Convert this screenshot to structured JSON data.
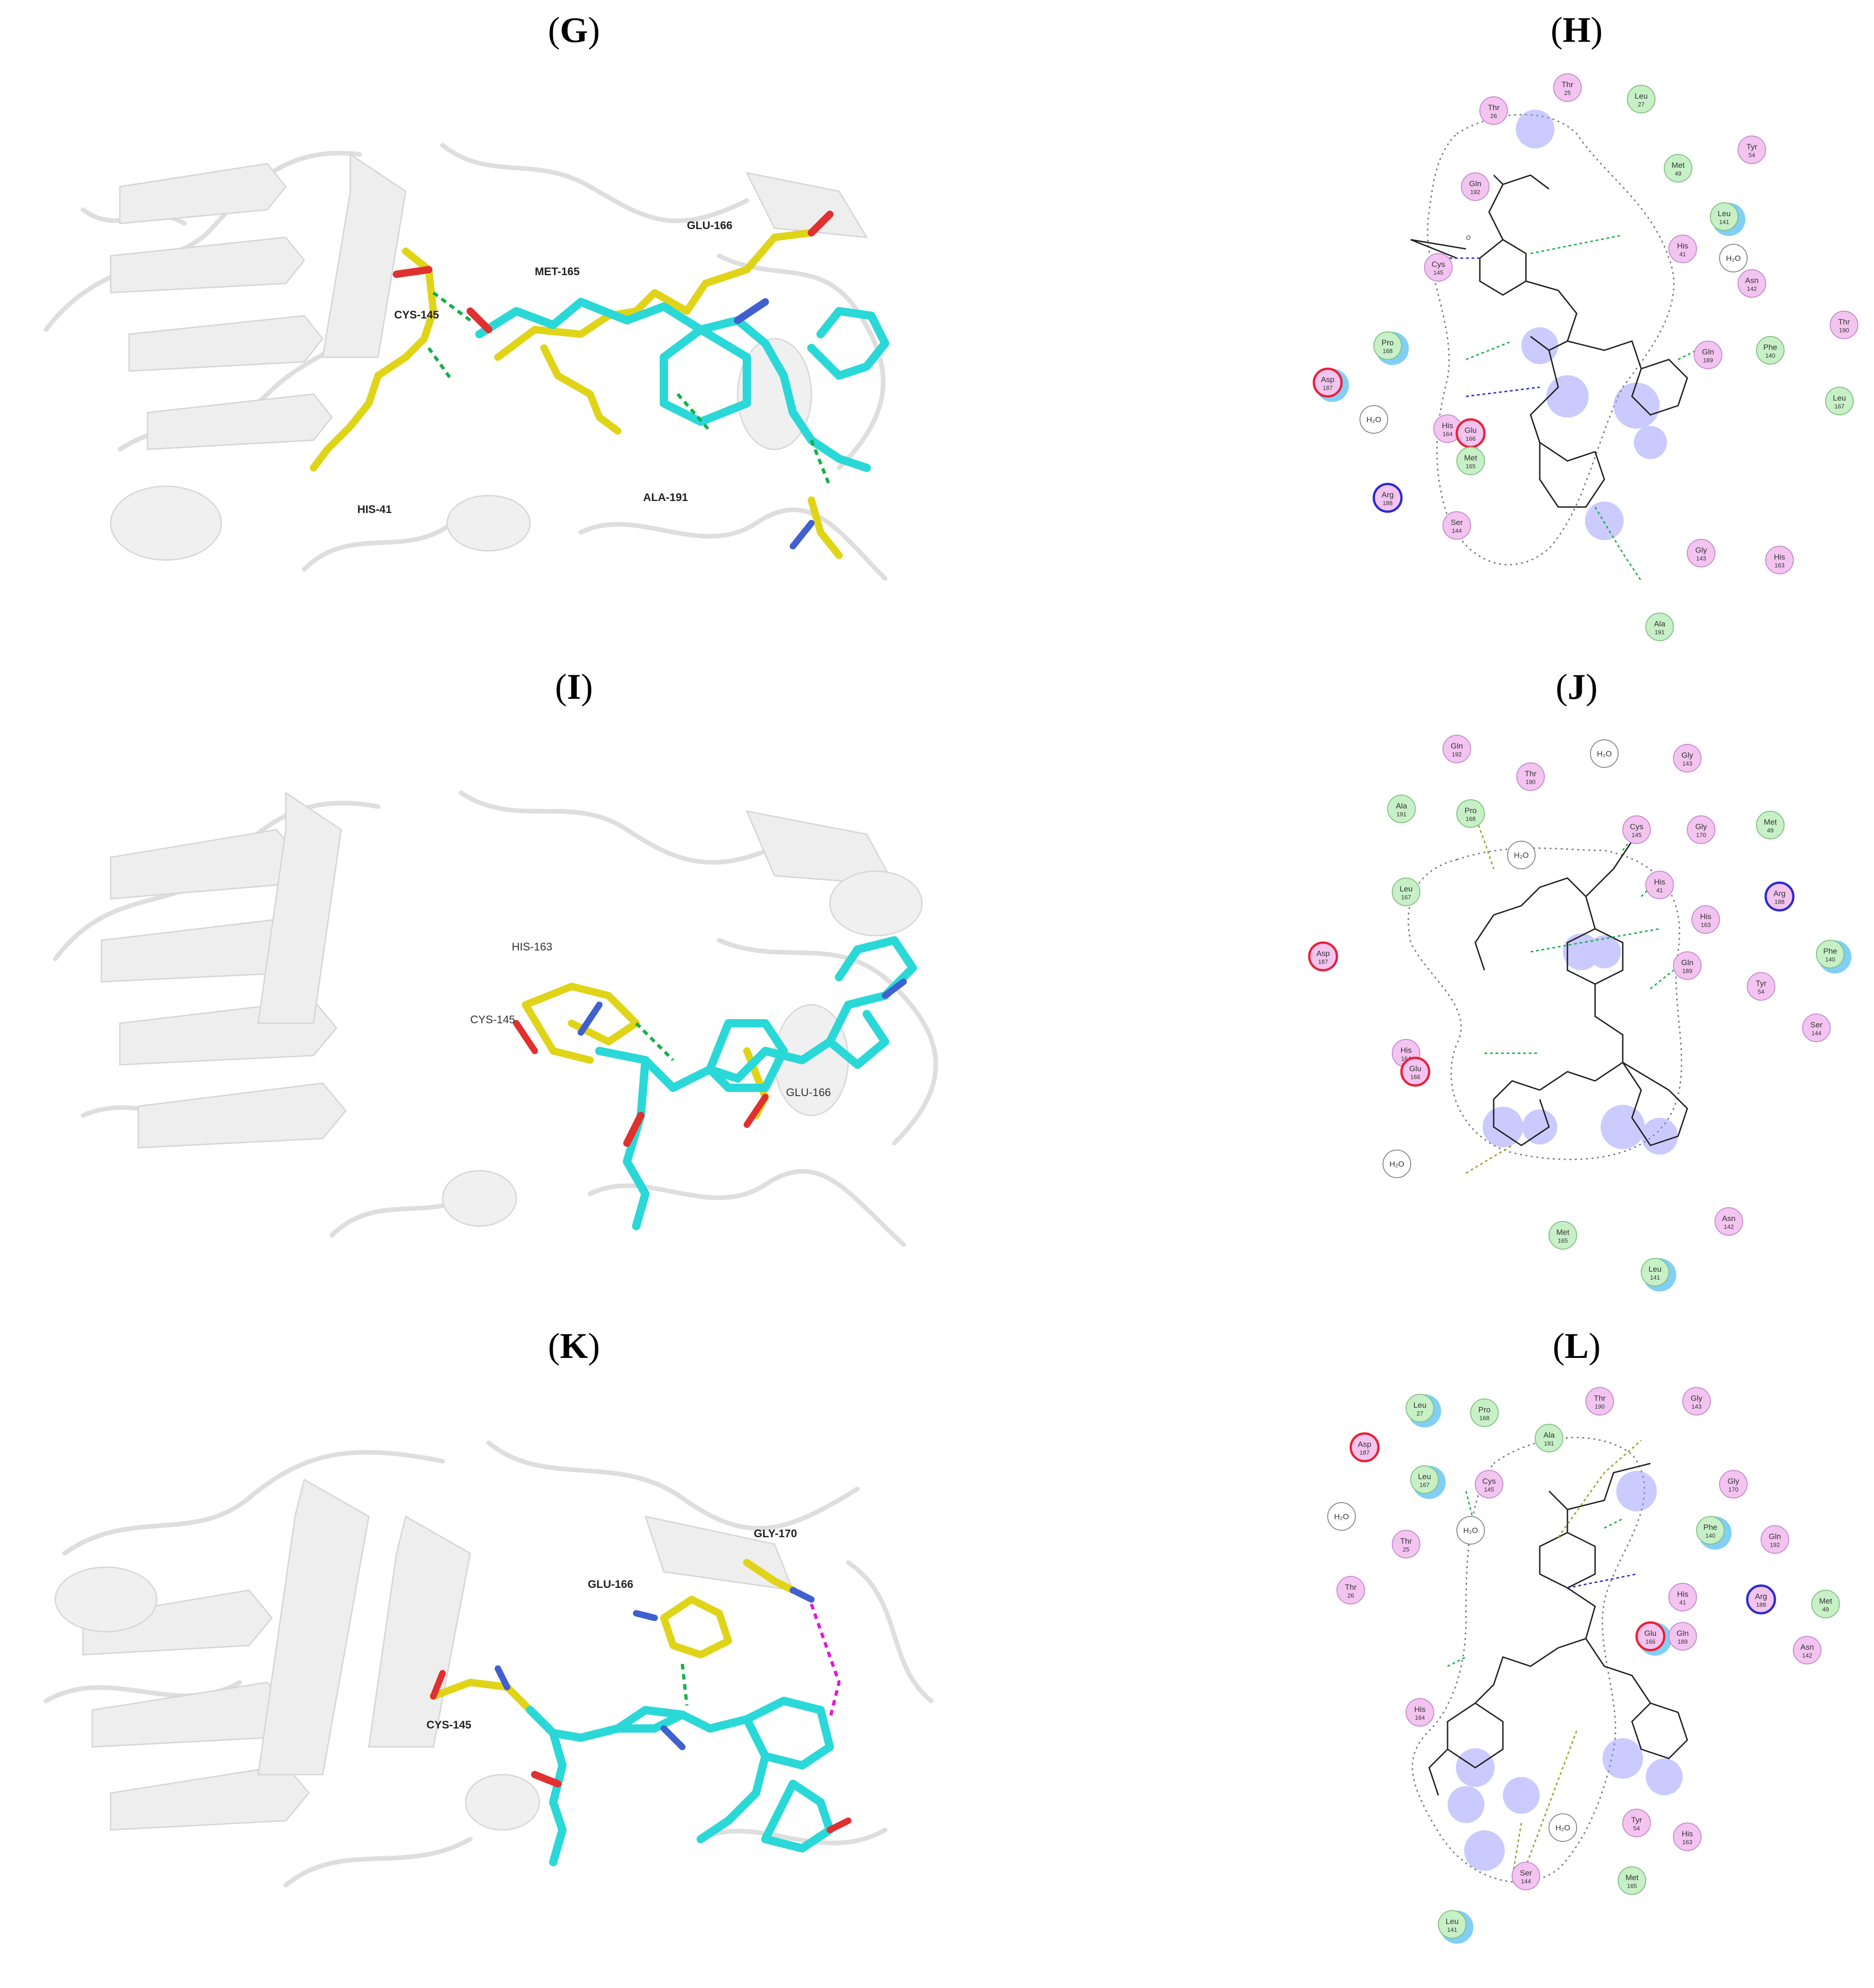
{
  "panels": {
    "G": {
      "label": "G"
    },
    "H": {
      "label": "H"
    },
    "I": {
      "label": "I"
    },
    "J": {
      "label": "J"
    },
    "K": {
      "label": "K"
    },
    "L": {
      "label": "L"
    }
  },
  "pymol_labels": {
    "G": [
      "GLU-166",
      "MET-165",
      "CYS-145",
      "HIS-41",
      "ALA-191"
    ],
    "I": [
      "HIS-163",
      "CYS-145",
      "GLU-166"
    ],
    "K": [
      "GLY-170",
      "GLU-166",
      "CYS-145"
    ]
  },
  "colors": {
    "polar": "#f3c4f0",
    "hydrophobic": "#c7f0c7",
    "acidic_ring": "#e8213a",
    "basic_ring": "#2b2bd0",
    "water_ring": "#888888",
    "solvent_halo": "#1aa7ec",
    "carbon_cyan": "#2ad8d8",
    "residue_yellow": "#e0d418",
    "hbond_green": "#17b04a",
    "hbond_magenta": "#e01ad8"
  },
  "interaction_nodes": {
    "H": [
      {
        "name": "Thr",
        "num": "26",
        "type": "polar"
      },
      {
        "name": "Thr",
        "num": "25",
        "type": "polar"
      },
      {
        "name": "Leu",
        "num": "27",
        "type": "hydrophobic"
      },
      {
        "name": "Tyr",
        "num": "54",
        "type": "polar"
      },
      {
        "name": "Met",
        "num": "49",
        "type": "hydrophobic"
      },
      {
        "name": "Gln",
        "num": "192",
        "type": "polar"
      },
      {
        "name": "Leu",
        "num": "141",
        "type": "hydrophobic"
      },
      {
        "name": "His",
        "num": "41",
        "type": "polar"
      },
      {
        "name": "H₂O",
        "num": "",
        "type": "water"
      },
      {
        "name": "Cys",
        "num": "145",
        "type": "polar"
      },
      {
        "name": "Asn",
        "num": "142",
        "type": "polar"
      },
      {
        "name": "Thr",
        "num": "190",
        "type": "polar"
      },
      {
        "name": "Pro",
        "num": "168",
        "type": "hydrophobic"
      },
      {
        "name": "Gln",
        "num": "189",
        "type": "polar"
      },
      {
        "name": "Phe",
        "num": "140",
        "type": "hydrophobic"
      },
      {
        "name": "Asp",
        "num": "187",
        "type": "acidic"
      },
      {
        "name": "Leu",
        "num": "167",
        "type": "hydrophobic"
      },
      {
        "name": "H₂O",
        "num": "",
        "type": "water"
      },
      {
        "name": "His",
        "num": "164",
        "type": "polar"
      },
      {
        "name": "Glu",
        "num": "166",
        "type": "acidic"
      },
      {
        "name": "Met",
        "num": "165",
        "type": "hydrophobic"
      },
      {
        "name": "Arg",
        "num": "188",
        "type": "basic"
      },
      {
        "name": "Ser",
        "num": "144",
        "type": "polar"
      },
      {
        "name": "Gly",
        "num": "143",
        "type": "polar"
      },
      {
        "name": "His",
        "num": "163",
        "type": "polar"
      },
      {
        "name": "Ala",
        "num": "191",
        "type": "hydrophobic"
      }
    ],
    "J": [
      {
        "name": "Gln",
        "num": "192",
        "type": "polar"
      },
      {
        "name": "H₂O",
        "num": "",
        "type": "water"
      },
      {
        "name": "Gly",
        "num": "143",
        "type": "polar"
      },
      {
        "name": "Thr",
        "num": "190",
        "type": "polar"
      },
      {
        "name": "Ala",
        "num": "191",
        "type": "hydrophobic"
      },
      {
        "name": "Pro",
        "num": "168",
        "type": "hydrophobic"
      },
      {
        "name": "Cys",
        "num": "145",
        "type": "polar"
      },
      {
        "name": "Gly",
        "num": "170",
        "type": "polar"
      },
      {
        "name": "Met",
        "num": "49",
        "type": "hydrophobic"
      },
      {
        "name": "H₂O",
        "num": "",
        "type": "water"
      },
      {
        "name": "Leu",
        "num": "167",
        "type": "hydrophobic"
      },
      {
        "name": "His",
        "num": "41",
        "type": "polar"
      },
      {
        "name": "Arg",
        "num": "188",
        "type": "basic"
      },
      {
        "name": "His",
        "num": "163",
        "type": "polar"
      },
      {
        "name": "Asp",
        "num": "187",
        "type": "acidic"
      },
      {
        "name": "Phe",
        "num": "140",
        "type": "hydrophobic"
      },
      {
        "name": "Gln",
        "num": "189",
        "type": "polar"
      },
      {
        "name": "Tyr",
        "num": "54",
        "type": "polar"
      },
      {
        "name": "Ser",
        "num": "144",
        "type": "polar"
      },
      {
        "name": "His",
        "num": "164",
        "type": "polar"
      },
      {
        "name": "Glu",
        "num": "166",
        "type": "acidic"
      },
      {
        "name": "H₂O",
        "num": "",
        "type": "water"
      },
      {
        "name": "Asn",
        "num": "142",
        "type": "polar"
      },
      {
        "name": "Met",
        "num": "165",
        "type": "hydrophobic"
      },
      {
        "name": "Leu",
        "num": "141",
        "type": "hydrophobic"
      }
    ],
    "L": [
      {
        "name": "Leu",
        "num": "27",
        "type": "hydrophobic"
      },
      {
        "name": "Pro",
        "num": "168",
        "type": "hydrophobic"
      },
      {
        "name": "Thr",
        "num": "190",
        "type": "polar"
      },
      {
        "name": "Gly",
        "num": "143",
        "type": "polar"
      },
      {
        "name": "Asp",
        "num": "187",
        "type": "acidic"
      },
      {
        "name": "Ala",
        "num": "191",
        "type": "hydrophobic"
      },
      {
        "name": "Leu",
        "num": "167",
        "type": "hydrophobic"
      },
      {
        "name": "Cys",
        "num": "145",
        "type": "polar"
      },
      {
        "name": "Gly",
        "num": "170",
        "type": "polar"
      },
      {
        "name": "H₂O",
        "num": "",
        "type": "water"
      },
      {
        "name": "H₂O",
        "num": "",
        "type": "water"
      },
      {
        "name": "Thr",
        "num": "25",
        "type": "polar"
      },
      {
        "name": "Phe",
        "num": "140",
        "type": "hydrophobic"
      },
      {
        "name": "Gln",
        "num": "192",
        "type": "polar"
      },
      {
        "name": "Thr",
        "num": "26",
        "type": "polar"
      },
      {
        "name": "His",
        "num": "41",
        "type": "polar"
      },
      {
        "name": "Arg",
        "num": "188",
        "type": "basic"
      },
      {
        "name": "Met",
        "num": "49",
        "type": "hydrophobic"
      },
      {
        "name": "Glu",
        "num": "166",
        "type": "acidic"
      },
      {
        "name": "Gln",
        "num": "189",
        "type": "polar"
      },
      {
        "name": "Asn",
        "num": "142",
        "type": "polar"
      },
      {
        "name": "His",
        "num": "164",
        "type": "polar"
      },
      {
        "name": "H₂O",
        "num": "",
        "type": "water"
      },
      {
        "name": "Tyr",
        "num": "54",
        "type": "polar"
      },
      {
        "name": "His",
        "num": "163",
        "type": "polar"
      },
      {
        "name": "Ser",
        "num": "144",
        "type": "polar"
      },
      {
        "name": "Met",
        "num": "165",
        "type": "hydrophobic"
      },
      {
        "name": "Leu",
        "num": "141",
        "type": "hydrophobic"
      }
    ]
  }
}
